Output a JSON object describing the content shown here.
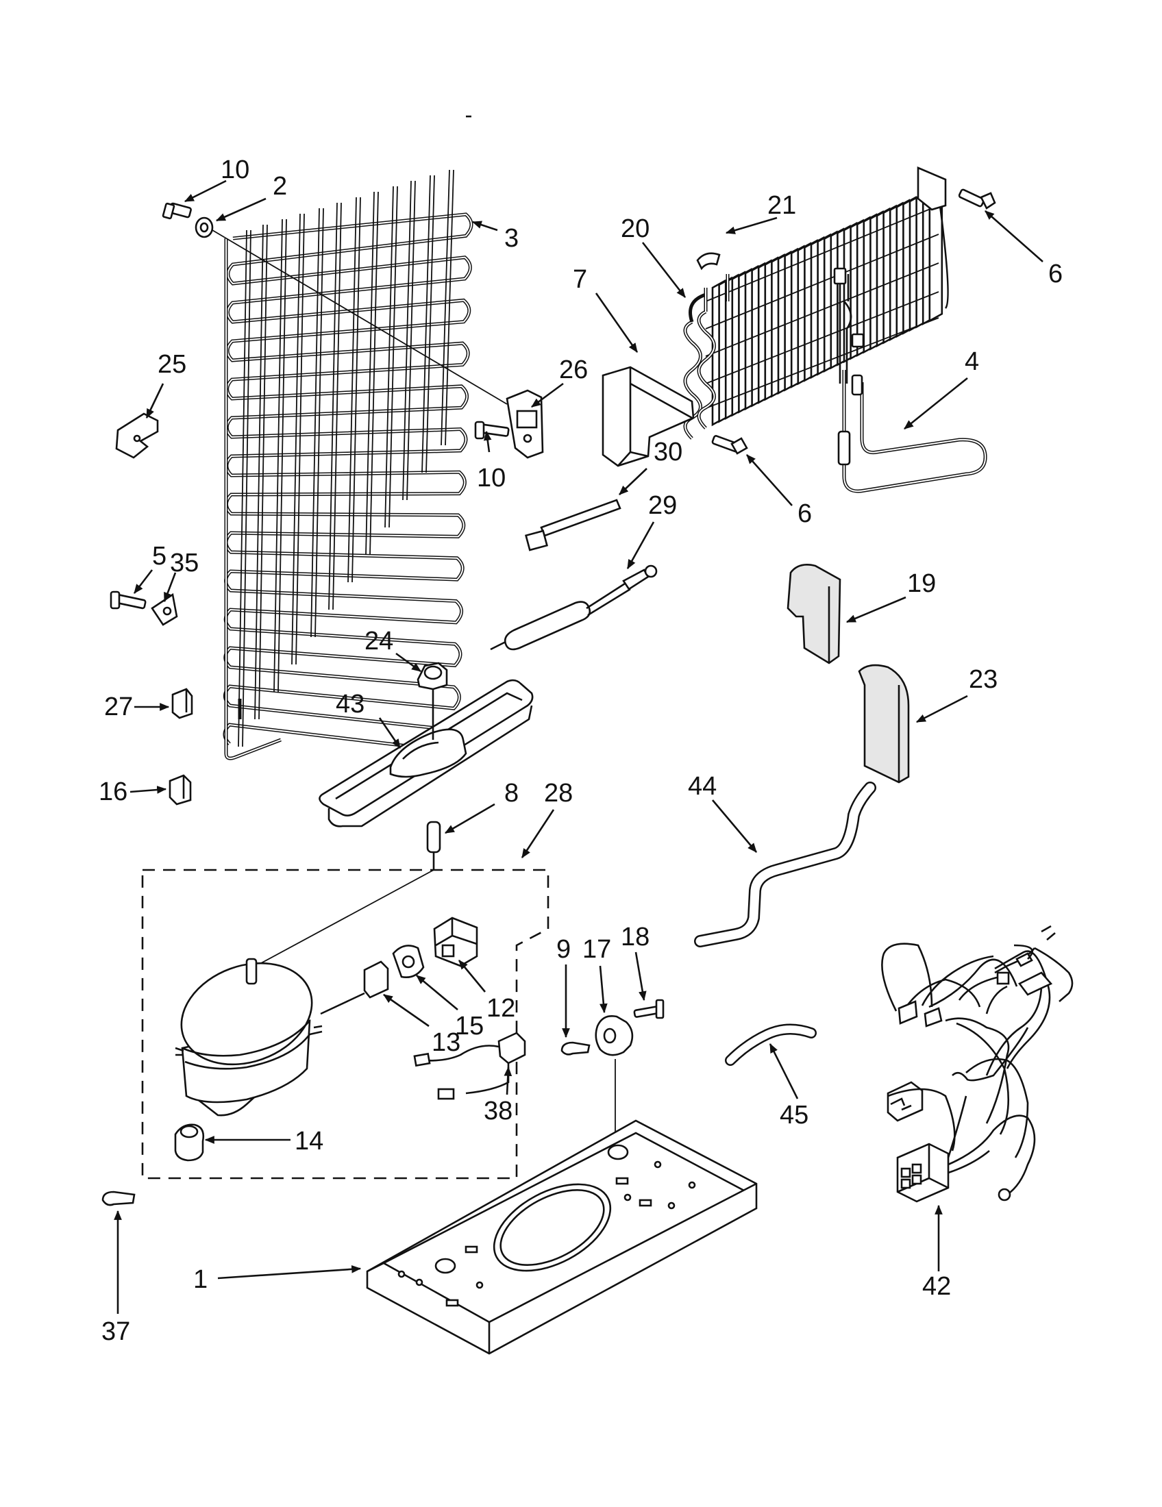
{
  "diagram": {
    "callouts": [
      "10",
      "2",
      "3",
      "21",
      "20",
      "6",
      "7",
      "25",
      "26",
      "4",
      "10",
      "30",
      "6",
      "29",
      "19",
      "5",
      "35",
      "24",
      "23",
      "27",
      "43",
      "16",
      "8",
      "28",
      "44",
      "9",
      "17",
      "18",
      "12",
      "15",
      "13",
      "38",
      "14",
      "45",
      "42",
      "37",
      "1"
    ]
  },
  "colors": {
    "line": "#111111",
    "background": "#ffffff",
    "foam": "#e6e6e6"
  }
}
